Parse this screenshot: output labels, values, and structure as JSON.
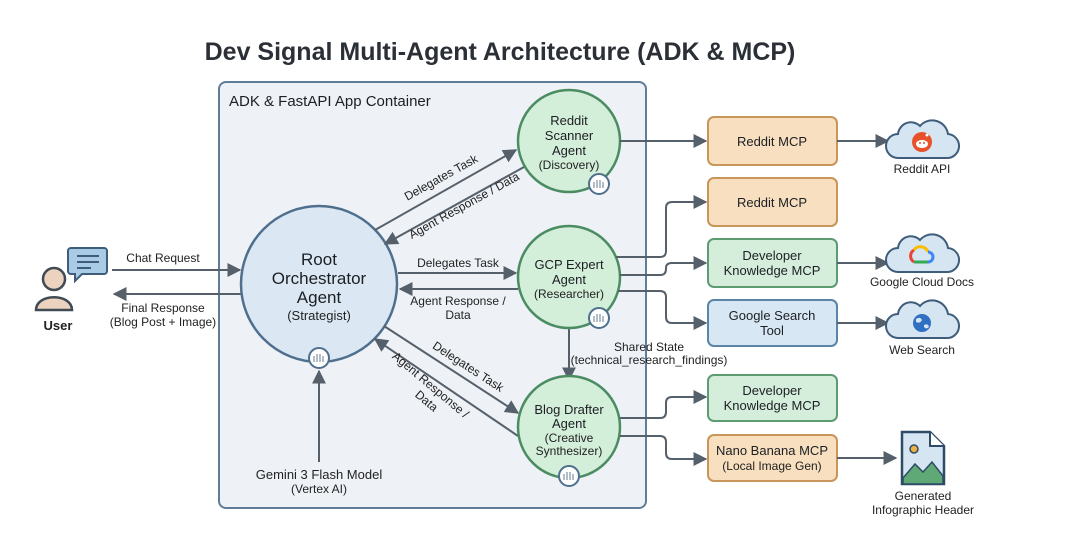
{
  "title": "Dev Signal Multi-Agent Architecture (ADK & MCP)",
  "container": {
    "label": "ADK & FastAPI App Container"
  },
  "user": {
    "label": "User",
    "request_label": "Chat Request",
    "response_label_1": "Final Response",
    "response_label_2": "(Blog Post + Image)"
  },
  "root_agent": {
    "line1": "Root",
    "line2": "Orchestrator",
    "line3": "Agent",
    "role": "(Strategist)"
  },
  "model": {
    "name": "Gemini 3 Flash Model",
    "provider": "(Vertex AI)"
  },
  "agents": {
    "reddit": {
      "line1": "Reddit",
      "line2": "Scanner",
      "line3": "Agent",
      "role": "(Discovery)"
    },
    "gcp": {
      "line1": "GCP Expert",
      "line2": "Agent",
      "role": "(Researcher)"
    },
    "blog": {
      "line1": "Blog Drafter",
      "line2": "Agent",
      "role1": "(Creative",
      "role2": "Synthesizer)"
    }
  },
  "edges": {
    "delegates": "Delegates Task",
    "response_data": "Agent Response / Data",
    "response_1": "Agent Response /",
    "response_2": "Data",
    "shared_state_1": "Shared State",
    "shared_state_2": "(technical_research_findings)"
  },
  "tools": {
    "reddit_mcp_1": {
      "label": "Reddit MCP",
      "color": "#f7dfbf"
    },
    "reddit_mcp_2": {
      "label": "Reddit MCP",
      "color": "#f7dfbf"
    },
    "devknow_1": {
      "line1": "Developer",
      "line2": "Knowledge MCP",
      "color": "#d5eedb"
    },
    "search": {
      "line1": "Google Search",
      "line2": "Tool",
      "color": "#d7e7f4"
    },
    "devknow_2": {
      "line1": "Developer",
      "line2": "Knowledge MCP",
      "color": "#d5eedb"
    },
    "nano": {
      "line1": "Nano Banana MCP",
      "line2": "(Local Image Gen)",
      "color": "#f7dfbf"
    }
  },
  "externals": {
    "reddit_api": "Reddit API",
    "gcloud_docs": "Google Cloud Docs",
    "web_search": "Web Search",
    "infographic_1": "Generated",
    "infographic_2": "Infographic Header"
  },
  "colors": {
    "container_fill": "#eef2f7",
    "container_stroke": "#5f7d99",
    "root_fill": "#dbe8f3",
    "root_stroke": "#4f6f8e",
    "agent_fill": "#d3eed9",
    "agent_stroke": "#4b8c62",
    "orange_stroke": "#c8955a",
    "green_stroke": "#5d9b70",
    "blue_stroke": "#5a84a8"
  }
}
